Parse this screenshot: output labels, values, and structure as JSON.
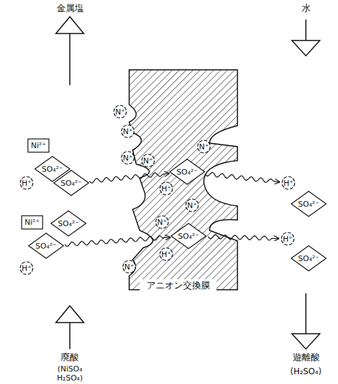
{
  "diagram": {
    "nodes": [
      {
        "text": [
          "N⁺"
        ]
      },
      {
        "text": [
          "N⁺"
        ]
      },
      {
        "text": [
          "Ni²⁺"
        ]
      },
      {
        "text": [
          "N⁺"
        ]
      },
      {
        "text": [
          "N⁺"
        ]
      },
      {
        "text": [
          "SO₄²⁻"
        ]
      },
      {
        "text": [
          "N⁺"
        ]
      },
      {
        "text": [
          "SO₄²⁻"
        ]
      },
      {
        "text": [
          "H⁺"
        ]
      },
      {
        "text": [
          "SO₄²⁻"
        ]
      },
      {
        "text": [
          "H⁺"
        ]
      },
      {
        "text": [
          "H⁺"
        ]
      },
      {
        "text": [
          "N⁺"
        ]
      },
      {
        "text": [
          "SO₄²⁻"
        ]
      },
      {
        "text": [
          "Ni²⁺"
        ]
      },
      {
        "text": [
          "SO₄²⁻"
        ]
      },
      {
        "text": [
          "N⁺"
        ]
      },
      {
        "text": [
          "SO₄²⁻"
        ]
      },
      {
        "text": [
          "SO₄²⁻"
        ]
      },
      {
        "text": [
          "H⁺"
        ]
      },
      {
        "text": [
          "H⁺"
        ]
      },
      {
        "text": [
          "H⁺"
        ]
      },
      {
        "text": [
          "SO₄²⁻"
        ]
      },
      {
        "text": [
          "N⁺"
        ]
      }
    ],
    "edges": [
      {
        "from": 9,
        "to": 7,
        "arrow": "to"
      },
      {
        "from": 7,
        "to": 11,
        "arrow": "to"
      },
      {
        "from": 18,
        "to": 17,
        "arrow": "to"
      },
      {
        "from": 17,
        "to": 20,
        "arrow": "to"
      }
    ],
    "labels": [
      "金属塩",
      "水",
      "アニオン交換膜",
      "廃酸",
      "(NiSO₄ H₂SO₄)",
      "遊離酸",
      "(H₂SO₄)"
    ]
  }
}
